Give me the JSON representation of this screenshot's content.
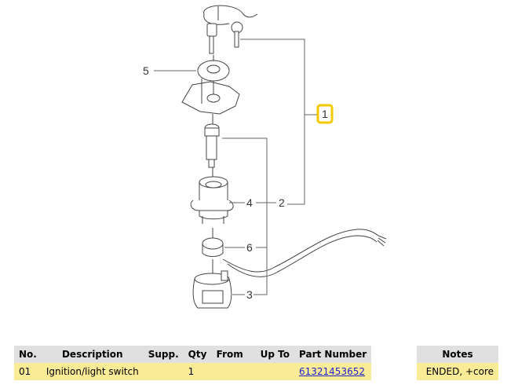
{
  "diagram": {
    "callouts": {
      "c1": "1",
      "c2": "2",
      "c3": "3",
      "c4": "4",
      "c5": "5",
      "c6": "6"
    },
    "highlight_color": "#f2c800"
  },
  "parts_table": {
    "headers": {
      "no": "No.",
      "description": "Description",
      "supp": "Supp.",
      "qty": "Qty",
      "from": "From",
      "up_to": "Up To",
      "part_number": "Part Number"
    },
    "rows": [
      {
        "no": "01",
        "description": "Ignition/light switch",
        "supp": "",
        "qty": "1",
        "from": "",
        "up_to": "",
        "part_number": "61321453652"
      }
    ]
  },
  "notes_table": {
    "header": "Notes",
    "rows": [
      {
        "notes": "ENDED, +core"
      }
    ]
  }
}
